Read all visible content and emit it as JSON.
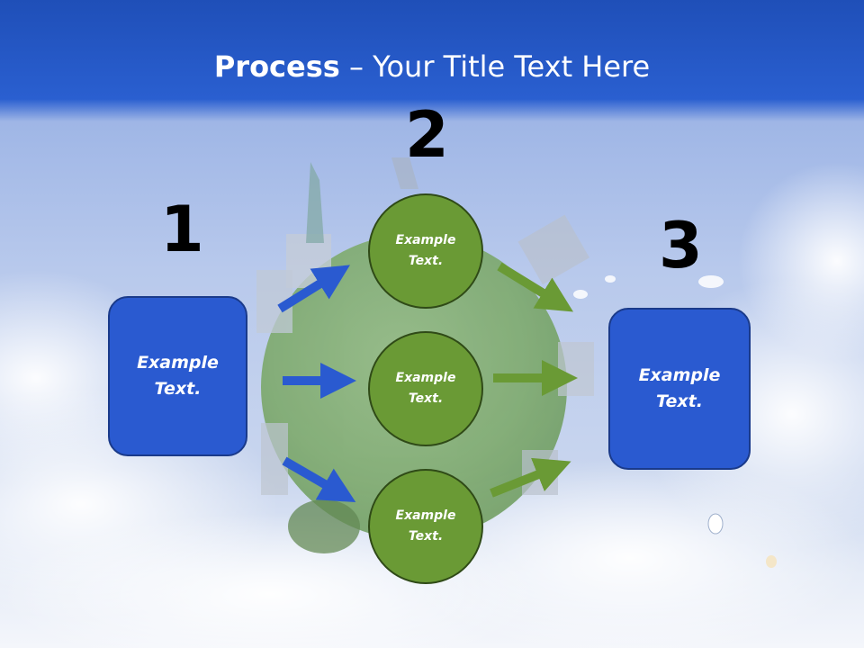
{
  "title": {
    "bold": "Process",
    "rest": " – Your Title Text Here"
  },
  "steps": {
    "one": "1",
    "two": "2",
    "three": "3"
  },
  "left_box": {
    "line1": "Example",
    "line2": "Text."
  },
  "circles": [
    {
      "line1": "Example",
      "line2": "Text."
    },
    {
      "line1": "Example",
      "line2": "Text."
    },
    {
      "line1": "Example",
      "line2": "Text."
    }
  ],
  "right_box": {
    "line1": "Example",
    "line2": "Text."
  },
  "colors": {
    "blue": "#2a5ad0",
    "green": "#6a9a35",
    "header": "#1f4fb8"
  }
}
